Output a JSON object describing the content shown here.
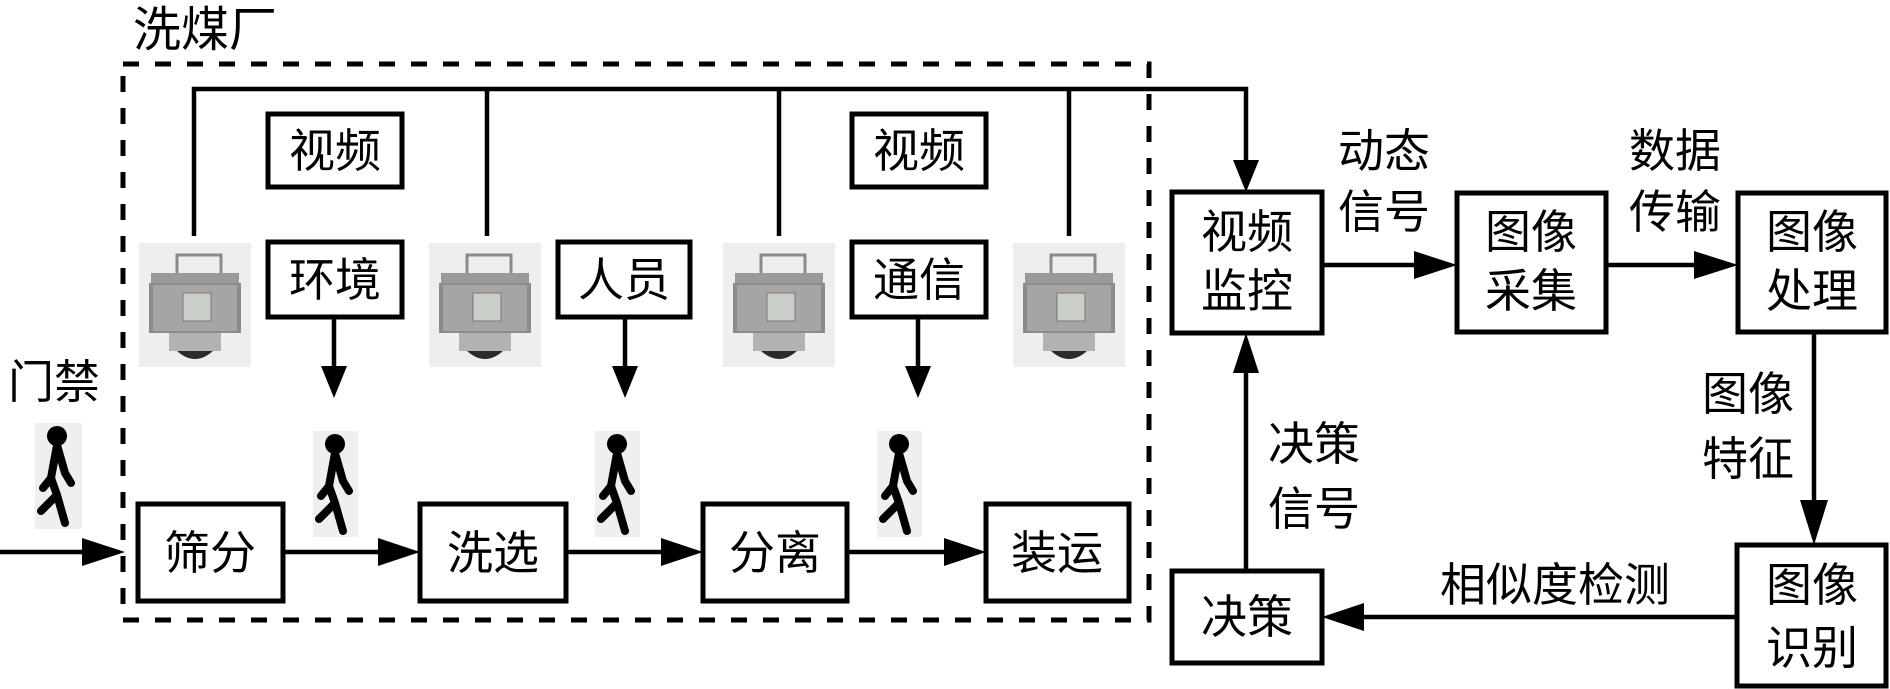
{
  "plant": {
    "title": "洗煤厂"
  },
  "entrance": {
    "label": "门禁",
    "icon": "walking-person-icon"
  },
  "video_labels": [
    "视频",
    "视频"
  ],
  "sensors": [
    {
      "label": "环境"
    },
    {
      "label": "人员"
    },
    {
      "label": "通信"
    }
  ],
  "cameras": [
    {
      "icon": "surveillance-camera-icon"
    },
    {
      "icon": "surveillance-camera-icon"
    },
    {
      "icon": "surveillance-camera-icon"
    },
    {
      "icon": "surveillance-camera-icon"
    }
  ],
  "process_steps": [
    {
      "label": "筛分"
    },
    {
      "label": "洗选"
    },
    {
      "label": "分离"
    },
    {
      "label": "装运"
    }
  ],
  "system": {
    "video_monitor": {
      "line1": "视频",
      "line2": "监控"
    },
    "image_capture": {
      "line1": "图像",
      "line2": "采集"
    },
    "image_processing": {
      "line1": "图像",
      "line2": "处理"
    },
    "image_recognition": {
      "line1": "图像",
      "line2": "识别"
    },
    "decision": {
      "label": "决策"
    }
  },
  "edges": {
    "dynamic_signal": {
      "line1": "动态",
      "line2": "信号"
    },
    "data_transfer": {
      "line1": "数据",
      "line2": "传输"
    },
    "image_feature": {
      "line1": "图像",
      "line2": "特征"
    },
    "similarity_detection": {
      "label": "相似度检测"
    },
    "decision_signal": {
      "line1": "决策",
      "line2": "信号"
    }
  }
}
